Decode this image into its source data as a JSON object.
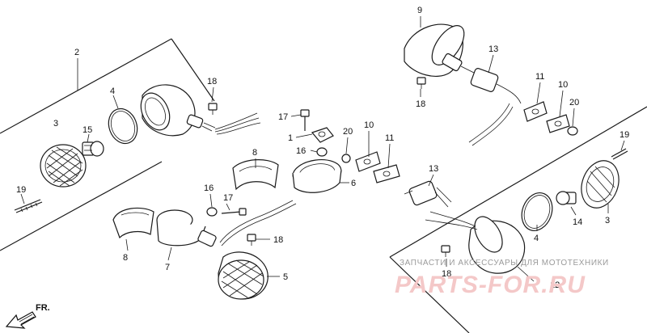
{
  "labels": {
    "l2": "2",
    "l3a": "3",
    "l4a": "4",
    "l15": "15",
    "l19a": "19",
    "l18a": "18",
    "l17a": "17",
    "l1": "1",
    "l16a": "16",
    "l20a": "20",
    "l10a": "10",
    "l11a": "11",
    "l8a": "8",
    "l6": "6",
    "l16b": "16",
    "l17b": "17",
    "l18b": "18",
    "l8b": "8",
    "l7": "7",
    "l5": "5",
    "l9": "9",
    "l13a": "13",
    "l18c": "18",
    "l11b": "11",
    "l10b": "10",
    "l20b": "20",
    "l13b": "13",
    "l19b": "19",
    "l3b": "3",
    "l14": "14",
    "l4b": "4",
    "l18d": "18",
    "l12": "12"
  },
  "direction_marker": "FR.",
  "watermark": {
    "caption": "ЗАПЧАСТИ И АКСЕССУАРЫ ДЛЯ МОТОТЕХНИКИ",
    "brand": "PARTS-FOR.RU"
  }
}
